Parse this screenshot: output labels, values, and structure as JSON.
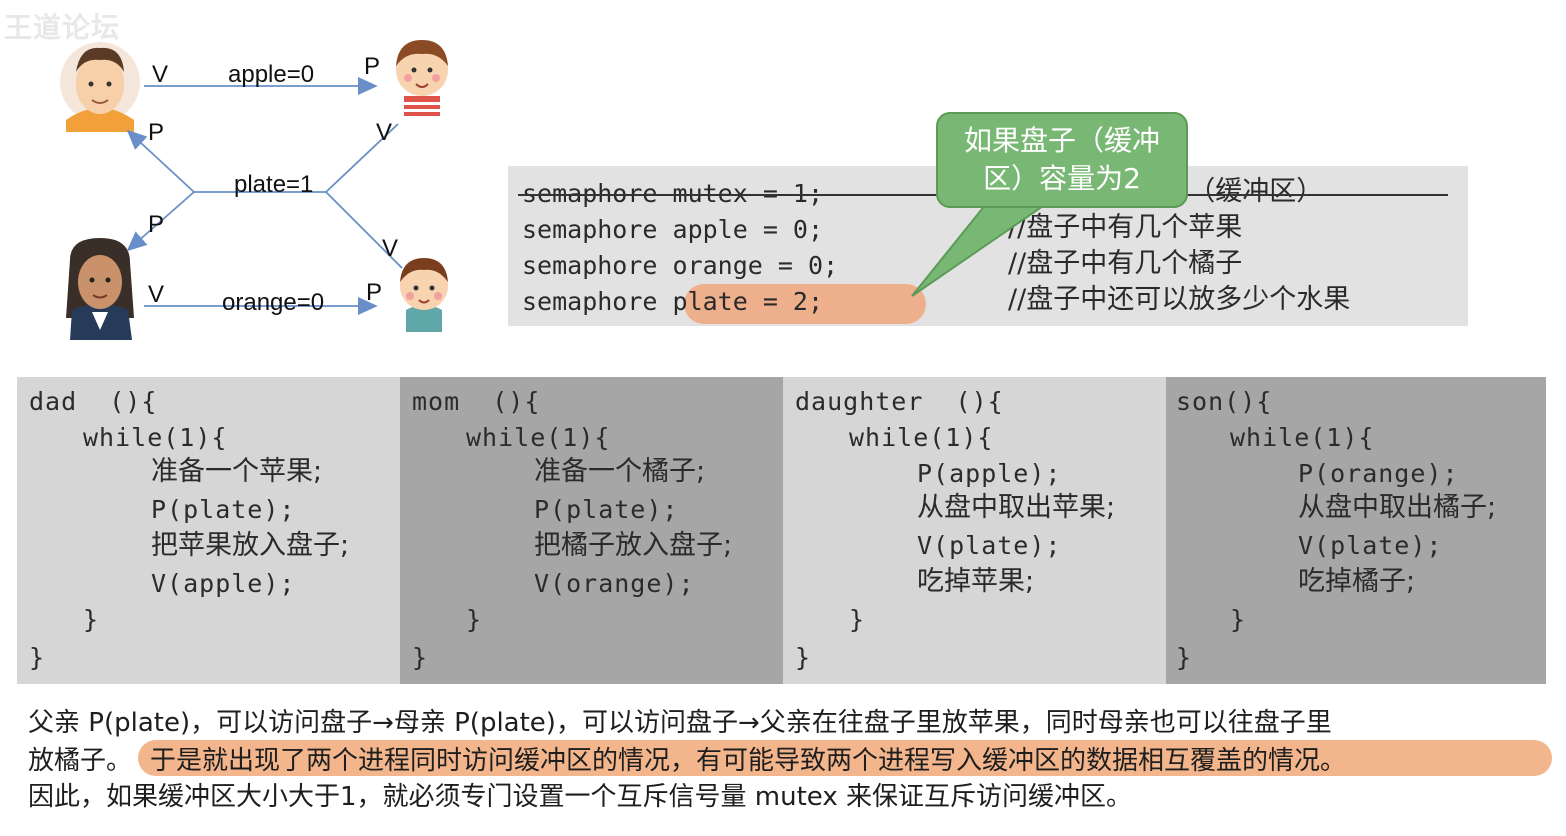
{
  "watermark": {
    "logo_text": "王道论坛"
  },
  "diagram": {
    "edge_labels": {
      "apple": "apple=0",
      "plate": "plate=1",
      "orange": "orange=0",
      "v": "V",
      "p": "P"
    },
    "colors": {
      "arrow": "#6a8fc8"
    }
  },
  "semaphores": {
    "lines": [
      {
        "code": "semaphore mutex = 1;",
        "comment": "//互斥访问盘子（缓冲区）",
        "struck": true
      },
      {
        "code": "semaphore apple = 0;",
        "comment": "//盘子中有几个苹果",
        "struck": false
      },
      {
        "code": "semaphore orange = 0;",
        "comment": "//盘子中有几个橘子",
        "struck": false
      },
      {
        "code": "semaphore plate = 2;",
        "comment": "//盘子中还可以放多少个水果",
        "struck": false
      }
    ]
  },
  "callout": {
    "line1": "如果盘子（缓冲",
    "line2": "区）容量为2"
  },
  "panels": [
    {
      "header": "dad  (){",
      "loop": "while(1){",
      "body": [
        "准备一个苹果;",
        "P(plate);",
        "把苹果放入盘子;",
        "V(apple);"
      ],
      "close_inner": "}",
      "close_outer": "}"
    },
    {
      "header": "mom  (){",
      "loop": "while(1){",
      "body": [
        "准备一个橘子;",
        "P(plate);",
        "把橘子放入盘子;",
        "V(orange);"
      ],
      "close_inner": "}",
      "close_outer": "}"
    },
    {
      "header": "daughter  (){",
      "loop": "while(1){",
      "body": [
        "P(apple);",
        "从盘中取出苹果;",
        "V(plate);",
        "吃掉苹果;"
      ],
      "close_inner": "}",
      "close_outer": "}"
    },
    {
      "header": "son(){",
      "loop": "while(1){",
      "body": [
        "P(orange);",
        "从盘中取出橘子;",
        "V(plate);",
        "吃掉橘子;"
      ],
      "close_inner": "}",
      "close_outer": "}"
    }
  ],
  "explanation": {
    "line1": "父亲 P(plate)，可以访问盘子→母亲 P(plate)，可以访问盘子→父亲在往盘子里放苹果，同时母亲也可以往盘子里",
    "line2_start": "放橘子。",
    "line2_highlight": "于是就出现了两个进程同时访问缓冲区的情况，有可能导致两个进程写入缓冲区的数据相互覆盖的情况。",
    "line3": "因此，如果缓冲区大小大于1，就必须专门设置一个互斥信号量 mutex 来保证互斥访问缓冲区。"
  },
  "colors": {
    "callout_green": "#79b874",
    "highlight_orange": "#f3b58c",
    "panel_light": "#d6d6d6",
    "panel_dark": "#a6a6a6",
    "semaphore_bg": "#e2e2e2"
  }
}
